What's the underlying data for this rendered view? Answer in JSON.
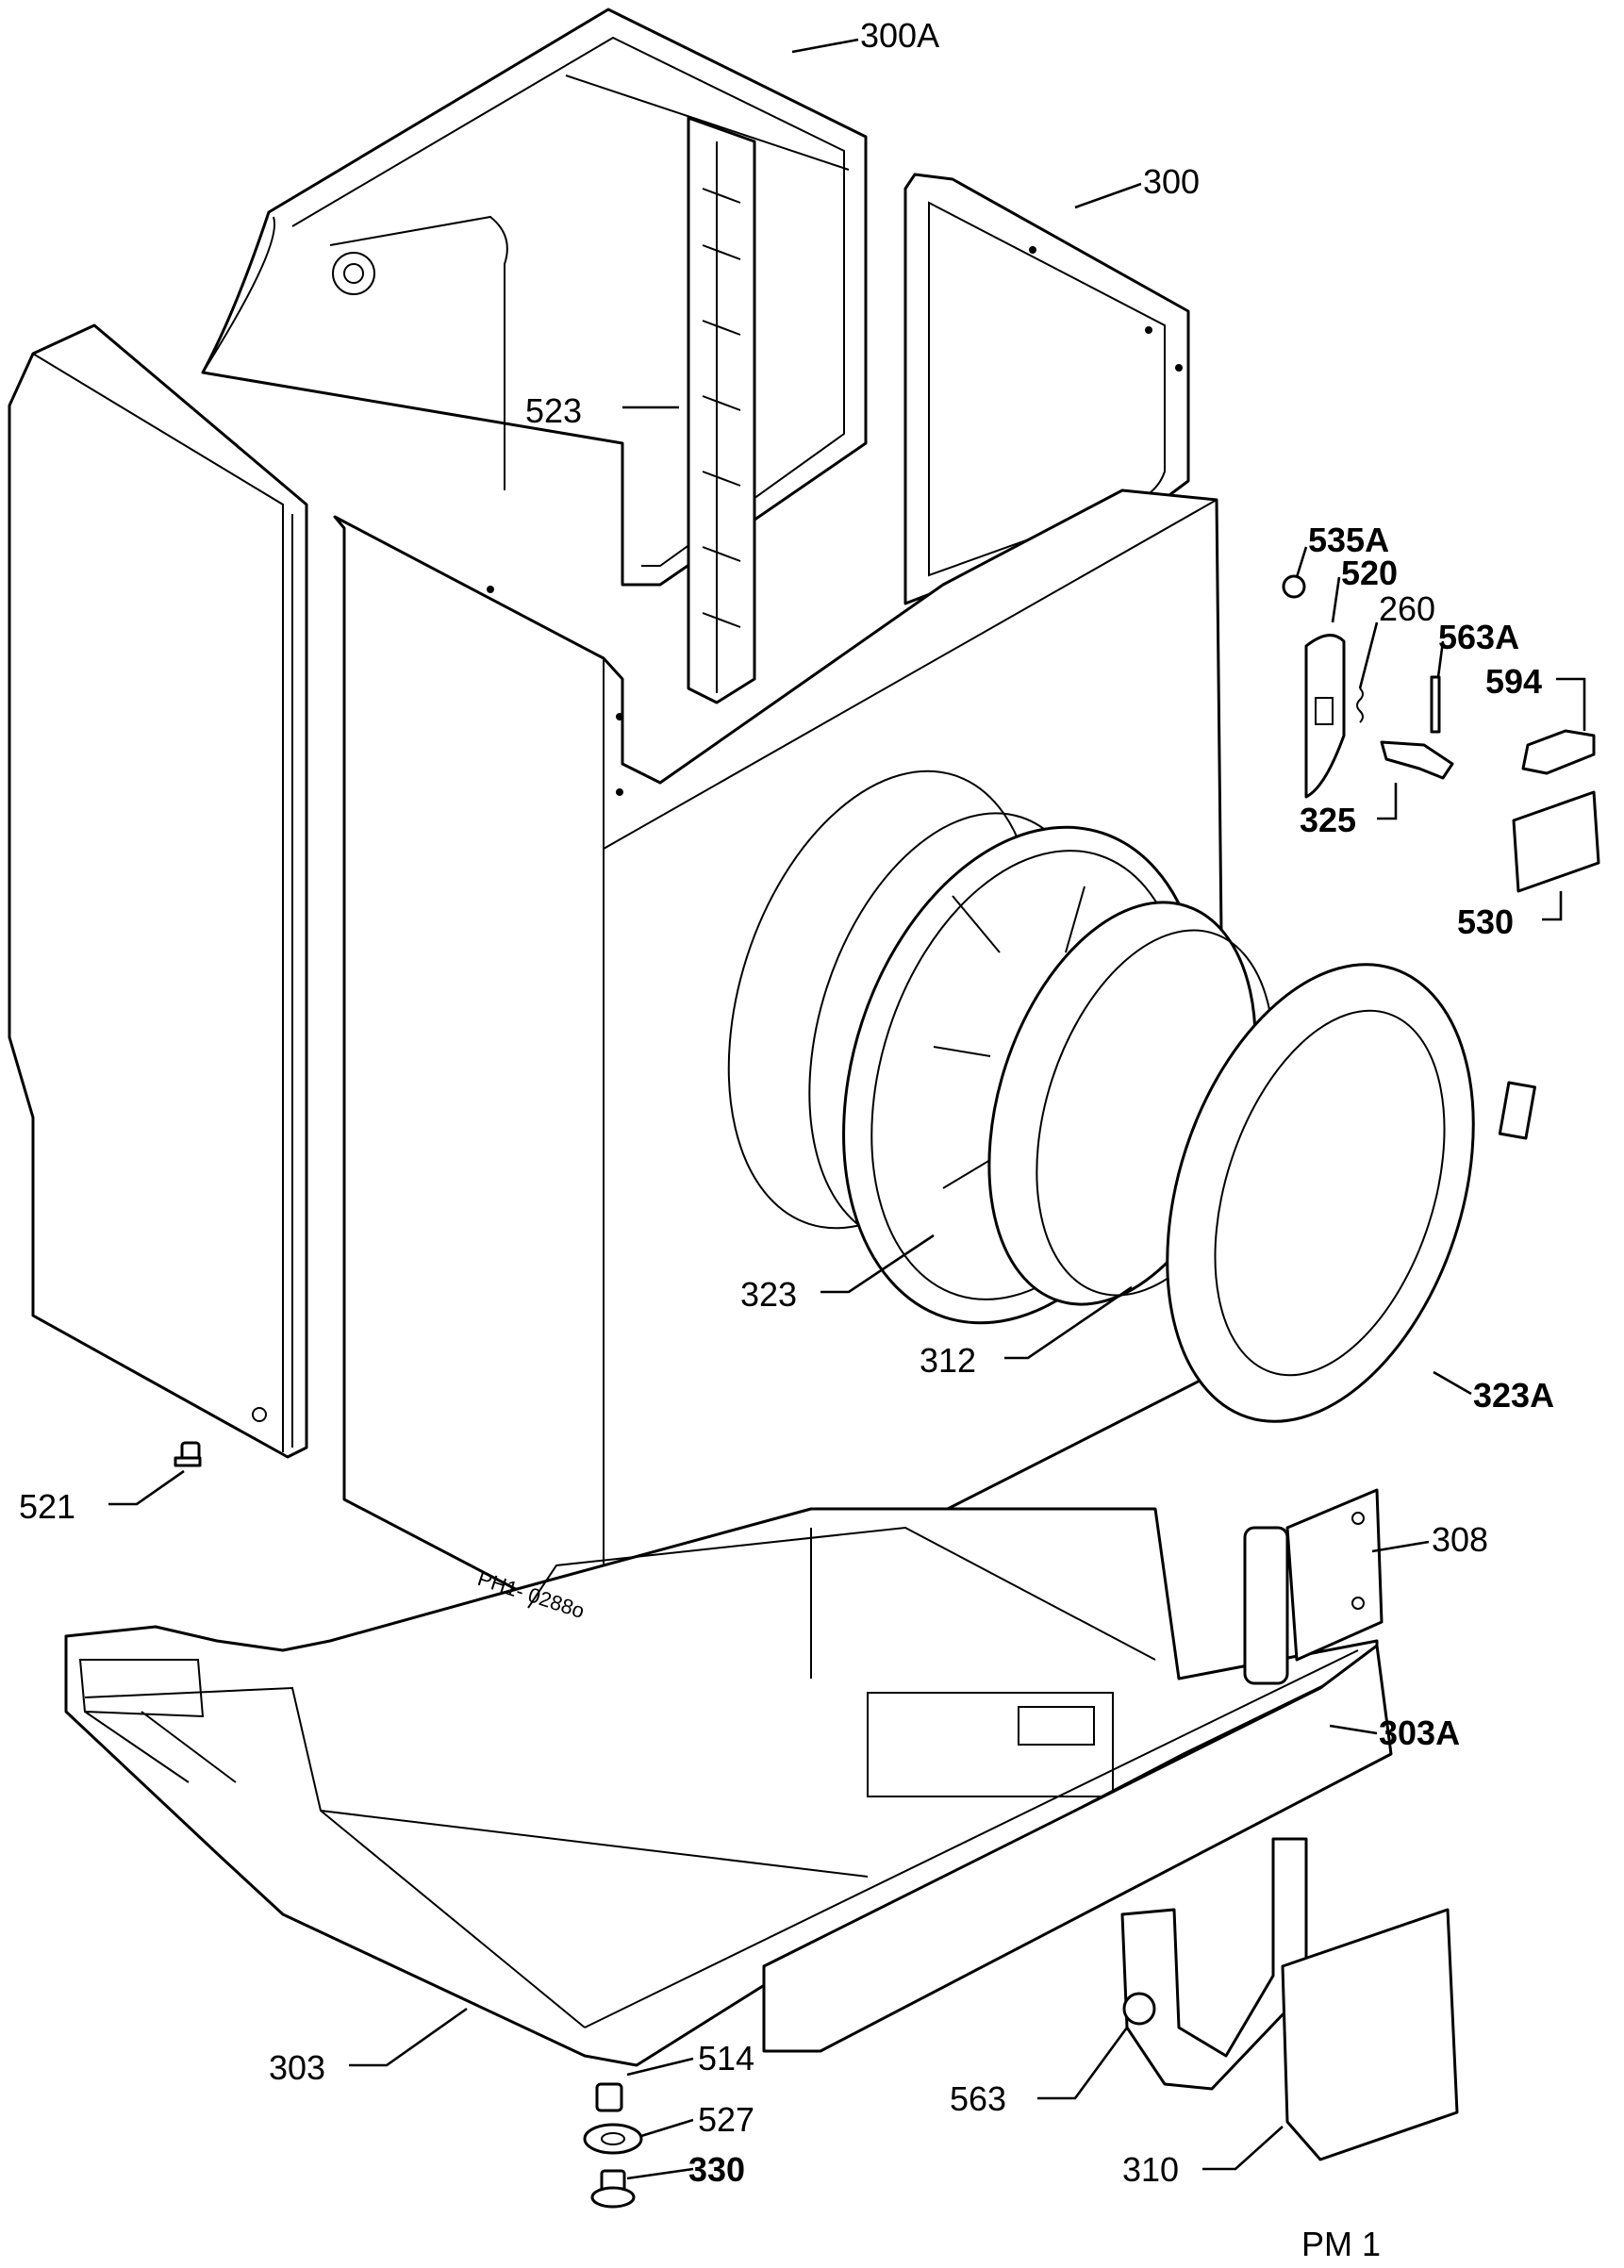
{
  "diagram": {
    "drawing_code": "PM 1",
    "stamp": "PH1- 0288o",
    "labels": {
      "p300A": "300A",
      "p300": "300",
      "p523": "523",
      "p535A": "535A",
      "p520": "520",
      "p260": "260",
      "p563A": "563A",
      "p594": "594",
      "p325": "325",
      "p530": "530",
      "p323": "323",
      "p312": "312",
      "p323A": "323A",
      "p521": "521",
      "p308": "308",
      "p303A": "303A",
      "p303": "303",
      "p514": "514",
      "p527": "527",
      "p330": "330",
      "p563": "563",
      "p310": "310"
    }
  }
}
